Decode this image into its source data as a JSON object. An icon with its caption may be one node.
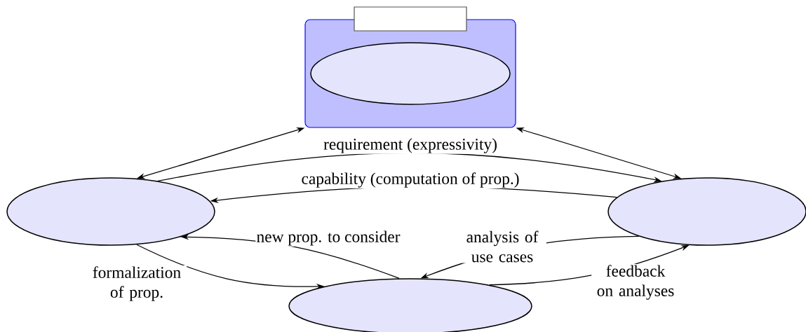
{
  "diagram": {
    "nodes": [
      {
        "text": [],
        "shape": "box"
      },
      {
        "text": [],
        "shape": "box"
      },
      {
        "text": [],
        "shape": "ellipse",
        "in": 0
      },
      {
        "text": [],
        "shape": "ellipse"
      },
      {
        "text": [],
        "shape": "ellipse"
      },
      {
        "text": [],
        "shape": "ellipse"
      }
    ],
    "edges": [
      {
        "from": 0,
        "to": 3,
        "arrow": "both"
      },
      {
        "from": 0,
        "to": 4,
        "arrow": "both"
      },
      {
        "from": 3,
        "to": 4,
        "arrow": "to",
        "label": "requirement (expressivity)"
      },
      {
        "from": 4,
        "to": 3,
        "arrow": "to",
        "label": "capability (computation of prop.)"
      },
      {
        "from": 5,
        "to": 3,
        "arrow": "to",
        "label": "new prop. to consider"
      },
      {
        "from": 3,
        "to": 5,
        "arrow": "to",
        "label": "formalization of prop."
      },
      {
        "from": 4,
        "to": 5,
        "arrow": "to",
        "label": "analysis of use cases"
      },
      {
        "from": 5,
        "to": 4,
        "arrow": "to",
        "label": "feedback on analyses"
      }
    ]
  }
}
